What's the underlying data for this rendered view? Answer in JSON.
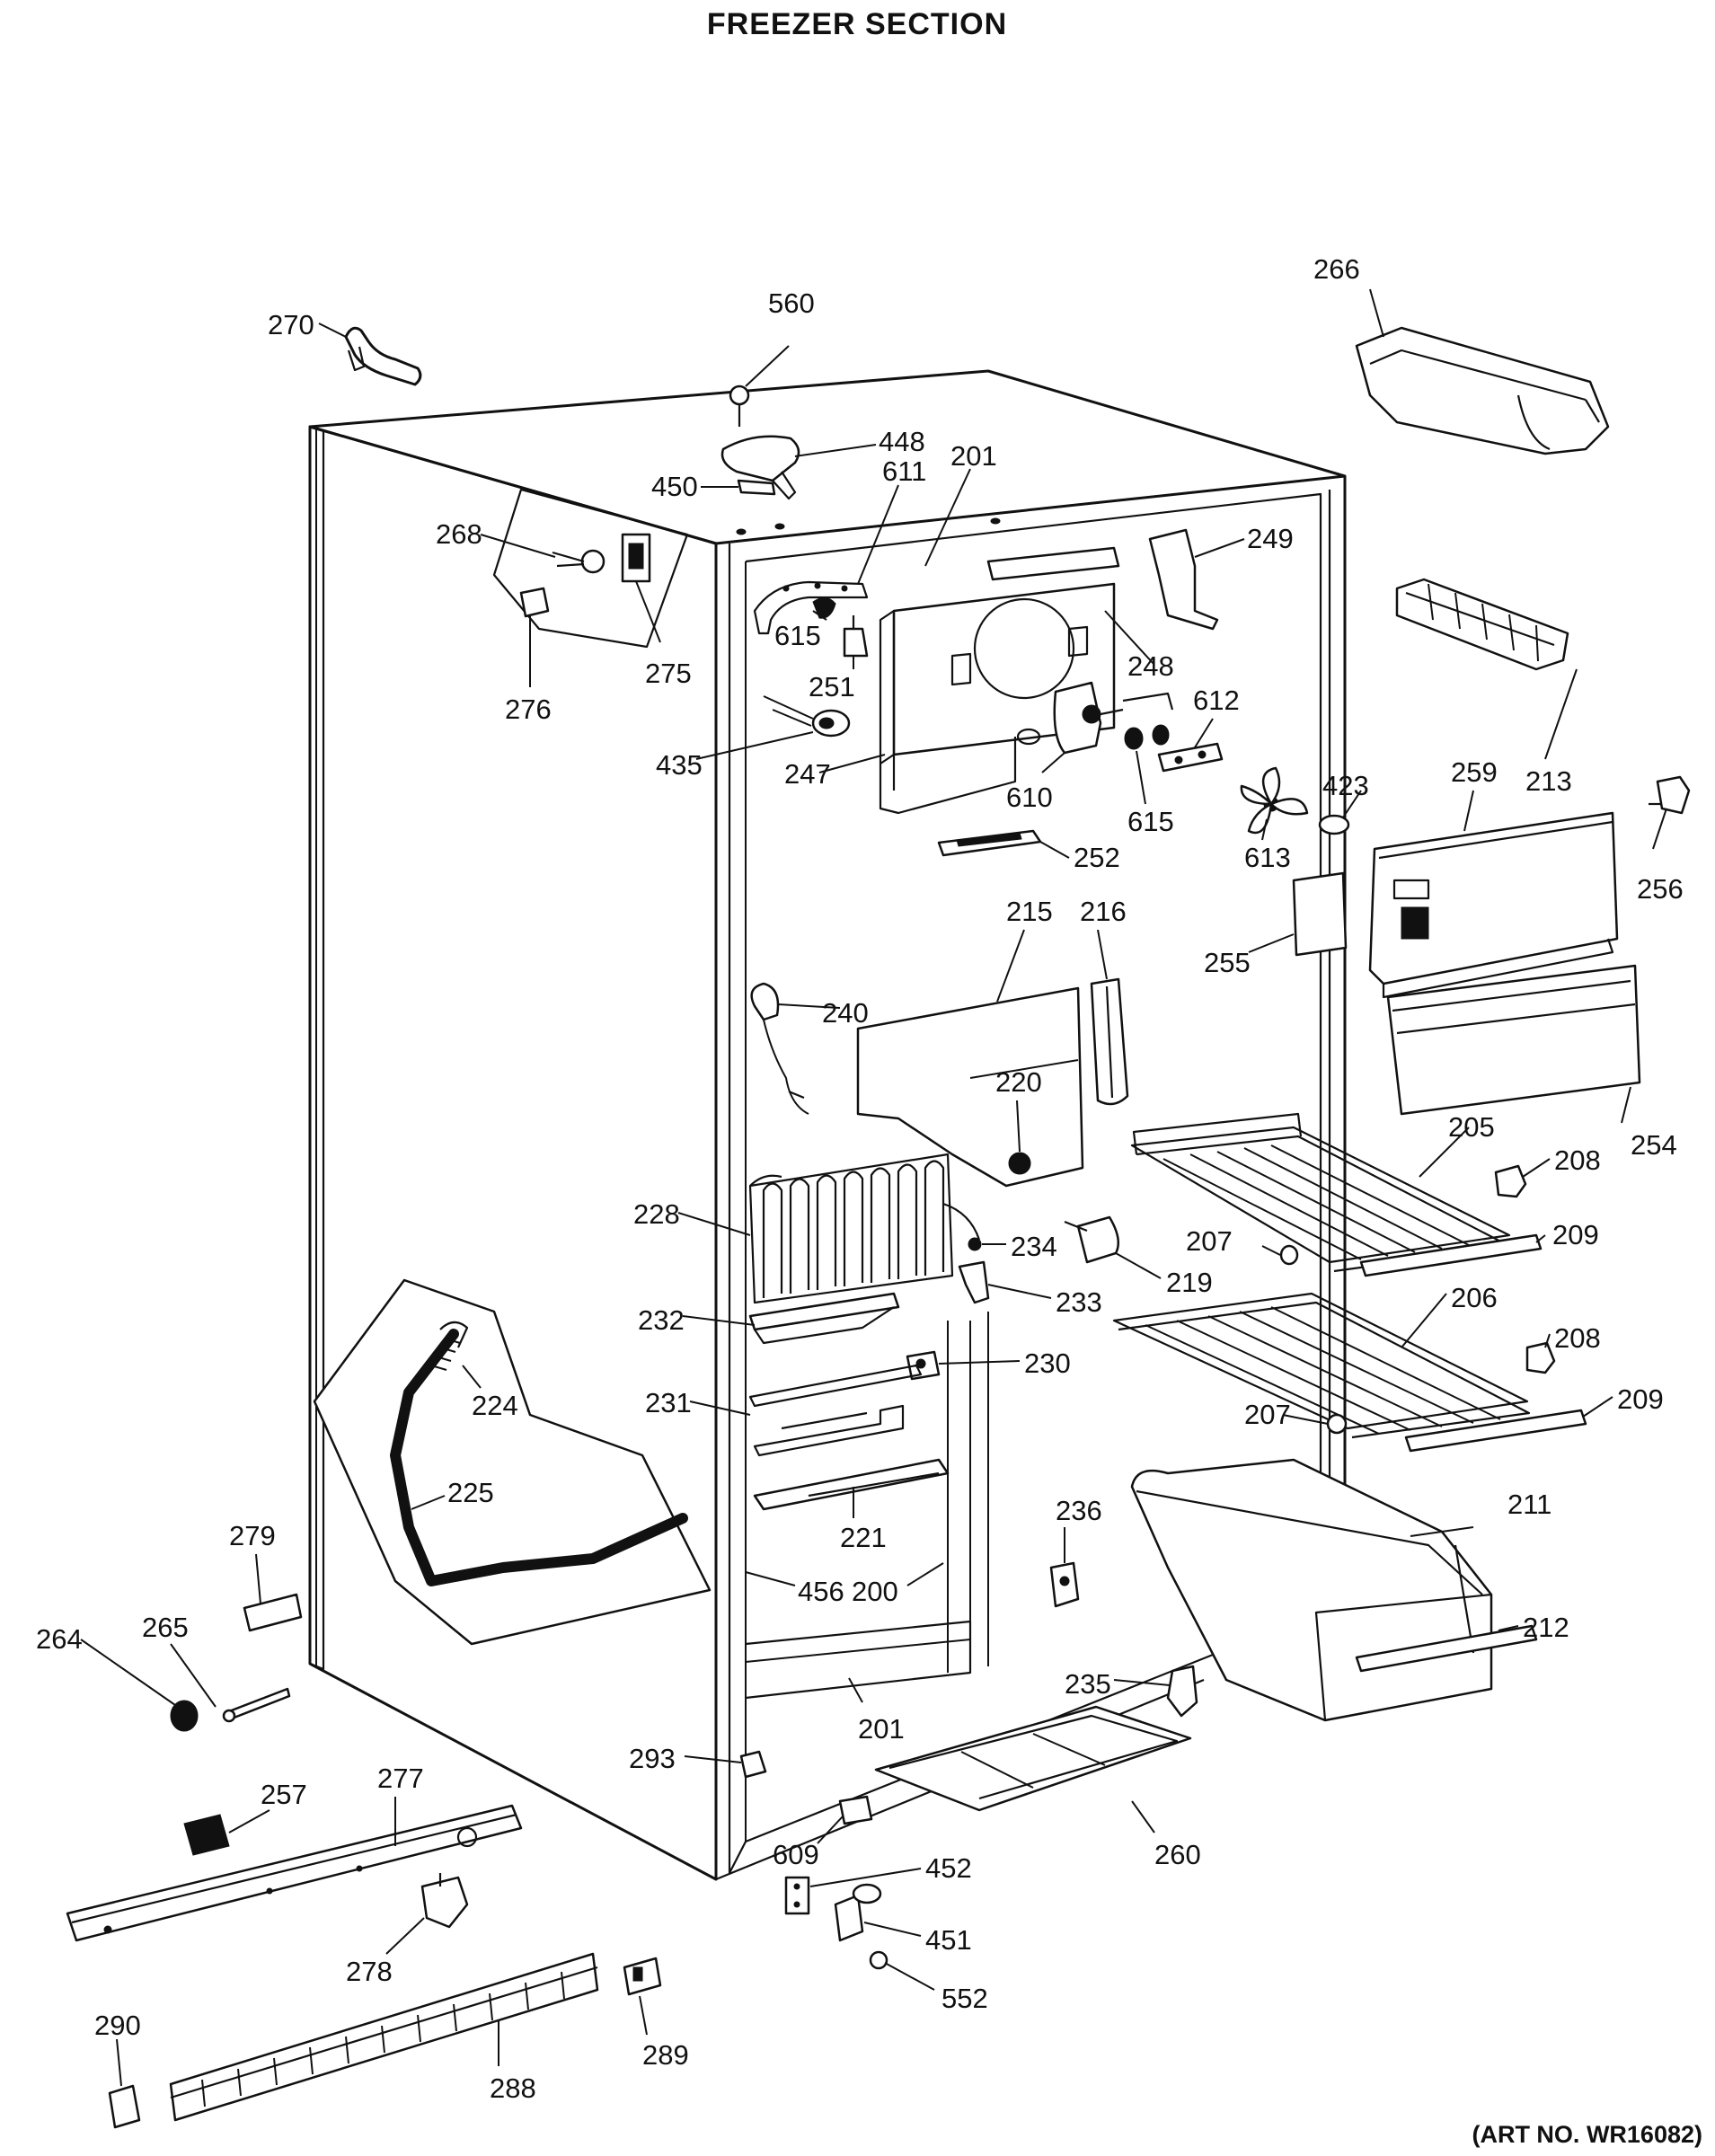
{
  "title": "FREEZER SECTION",
  "art_number": "(ART NO. WR16082)",
  "part_labels": {
    "p270": "270",
    "p560": "560",
    "p266": "266",
    "p448": "448",
    "p450": "450",
    "p611": "611",
    "p201a": "201",
    "p249": "249",
    "p268": "268",
    "p276": "276",
    "p275": "275",
    "p615a": "615",
    "p251": "251",
    "p248": "248",
    "p612": "612",
    "p435": "435",
    "p247": "247",
    "p610": "610",
    "p615b": "615",
    "p423": "423",
    "p259": "259",
    "p213": "213",
    "p256": "256",
    "p613": "613",
    "p252": "252",
    "p215": "215",
    "p216": "216",
    "p255": "255",
    "p240": "240",
    "p220": "220",
    "p254": "254",
    "p205": "205",
    "p208a": "208",
    "p228": "228",
    "p234": "234",
    "p207a": "207",
    "p209a": "209",
    "p219": "219",
    "p233": "233",
    "p232": "232",
    "p206": "206",
    "p208b": "208",
    "p230": "230",
    "p224": "224",
    "p231": "231",
    "p209b": "209",
    "p207b": "207",
    "p225": "225",
    "p211": "211",
    "p221": "221",
    "p236": "236",
    "p279": "279",
    "p456": "456",
    "p200": "200",
    "p212": "212",
    "p264": "264",
    "p265": "265",
    "p235": "235",
    "p201b": "201",
    "p293": "293",
    "p257": "257",
    "p277": "277",
    "p609": "609",
    "p260": "260",
    "p452": "452",
    "p278": "278",
    "p451": "451",
    "p552": "552",
    "p290": "290",
    "p289": "289",
    "p288": "288"
  }
}
